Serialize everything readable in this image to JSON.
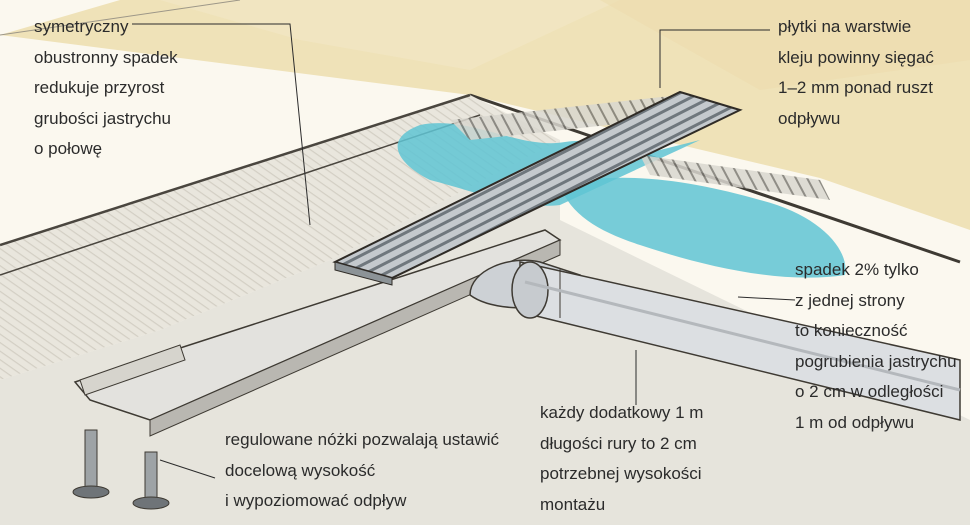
{
  "callouts": {
    "symmetric_slope": {
      "lines": [
        "symetryczny",
        "obustronny spadek",
        "redukuje przyrost",
        "grubości jastrychu",
        "o połowę"
      ]
    },
    "tiles_on_adhesive": {
      "lines": [
        "płytki na warstwie",
        "kleju powinny sięgać",
        "1–2 mm ponad ruszt",
        "odpływu"
      ]
    },
    "one_sided_slope": {
      "lines": [
        "spadek 2% tylko",
        "z jednej strony",
        "to konieczność",
        "pogrubienia jastrychu",
        "o 2 cm w odległości",
        "1 m od odpływu"
      ]
    },
    "pipe_length": {
      "lines": [
        "każdy dodatkowy 1 m",
        "długości rury to 2 cm",
        "potrzebnej wysokości",
        "montażu"
      ]
    },
    "adjustable_legs": {
      "lines": [
        "regulowane nóżki pozwalają ustawić",
        "docelową wysokość",
        "i wypoziomować odpływ"
      ]
    }
  },
  "colors": {
    "background": "#fbf8ef",
    "tile": "#efe2b8",
    "screed": "#e8e6df",
    "waterproofing": "#5fc4d4",
    "grate": "#b9bfc4",
    "pipe": "#dcdfe2",
    "ink": "#2b2b2b"
  }
}
